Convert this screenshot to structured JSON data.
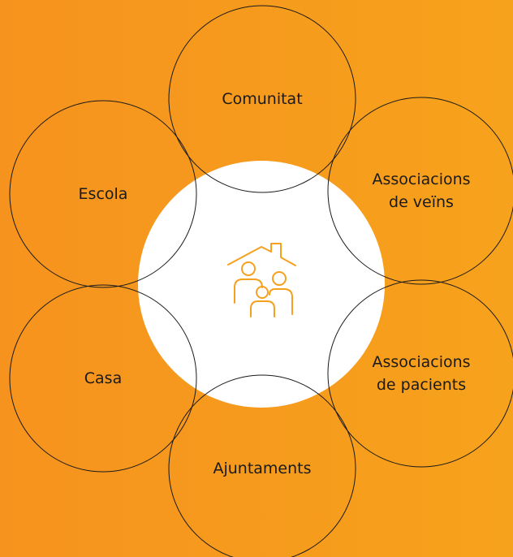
{
  "nodes": {
    "top": "Comunitat",
    "upper_left": "Escola",
    "upper_right": "Associacions\nde veïns",
    "lower_left": "Casa",
    "lower_right": "Associacions\nde pacients",
    "bottom": "Ajuntaments"
  },
  "center": {
    "icon": "family-home-icon"
  },
  "colors": {
    "background_start": "#f6931e",
    "background_end": "#f7a21c",
    "center_circle": "#ffffff",
    "icon": "#f6a01d",
    "outline": "#1a1a1a"
  }
}
